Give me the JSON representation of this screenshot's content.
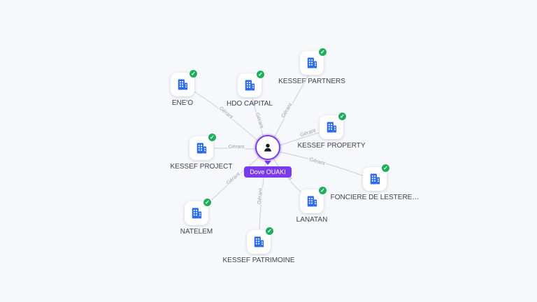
{
  "graph": {
    "person": {
      "label": "Dove OUAKI"
    },
    "edge_label": "Gérant",
    "nodes": [
      {
        "label": "ENE'O"
      },
      {
        "label": "HDO CAPITAL"
      },
      {
        "label": "KESSEF PARTNERS"
      },
      {
        "label": "KESSEF PROPERTY"
      },
      {
        "label": "FONCIERE DE LESTERE…"
      },
      {
        "label": "LANATAN"
      },
      {
        "label": "KESSEF PATRIMOINE"
      },
      {
        "label": "NATELEM"
      },
      {
        "label": "KESSEF PROJECT"
      }
    ]
  },
  "icons": {
    "verified_check": "✓"
  },
  "colors": {
    "background": "#f7f8fb",
    "accent_purple": "#7c3aed",
    "company_blue": "#2c6be8",
    "check_green": "#1fae5e",
    "edge_gray": "#c8cdd5"
  }
}
